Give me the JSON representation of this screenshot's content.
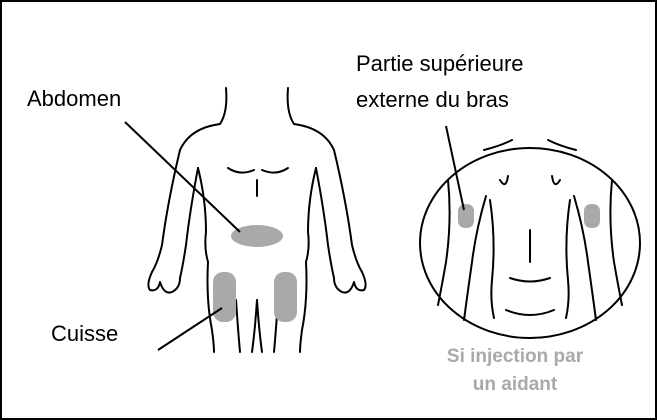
{
  "labels": {
    "abdomen": "Abdomen",
    "upper_arm_line1": "Partie supérieure",
    "upper_arm_line2": "externe du bras",
    "thigh": "Cuisse",
    "caregiver_line1": "Si injection par",
    "caregiver_line2": "un aidant"
  },
  "colors": {
    "outline": "#000000",
    "injection_zone": "#a9a9a9",
    "caregiver_text": "#a9a9a9"
  }
}
